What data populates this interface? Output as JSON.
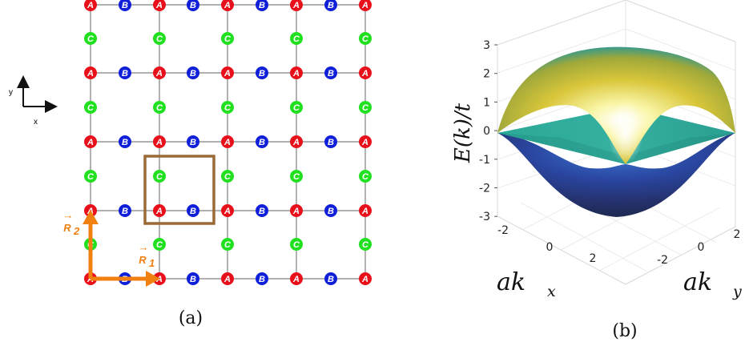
{
  "panel_a": {
    "caption": "(a)",
    "site_labels": {
      "A": "A",
      "B": "B",
      "C": "C"
    },
    "colors": {
      "A": "#e8101a",
      "B": "#1020d8",
      "C": "#20e020",
      "bond": "#808080",
      "cell": "#9b6a36",
      "vector": "#f08010"
    },
    "vectors": {
      "R1": {
        "arrow": "R",
        "sub": "1"
      },
      "R2": {
        "arrow": "R",
        "sub": "2"
      },
      "arrow_glyph": "→"
    },
    "axis_legend": {
      "y": "y",
      "x": "x"
    }
  },
  "panel_b": {
    "caption": "(b)",
    "z_ticks": [
      "3",
      "2",
      "1",
      "0",
      "-1",
      "-2",
      "-3"
    ],
    "kx_ticks": [
      "-2",
      "0",
      "2"
    ],
    "ky_ticks": [
      "-2",
      "0",
      "2"
    ],
    "zlabel": "E(k)/t",
    "xlabel": {
      "main": "ak",
      "sub": "x"
    },
    "ylabel": {
      "main": "ak",
      "sub": "y"
    }
  }
}
